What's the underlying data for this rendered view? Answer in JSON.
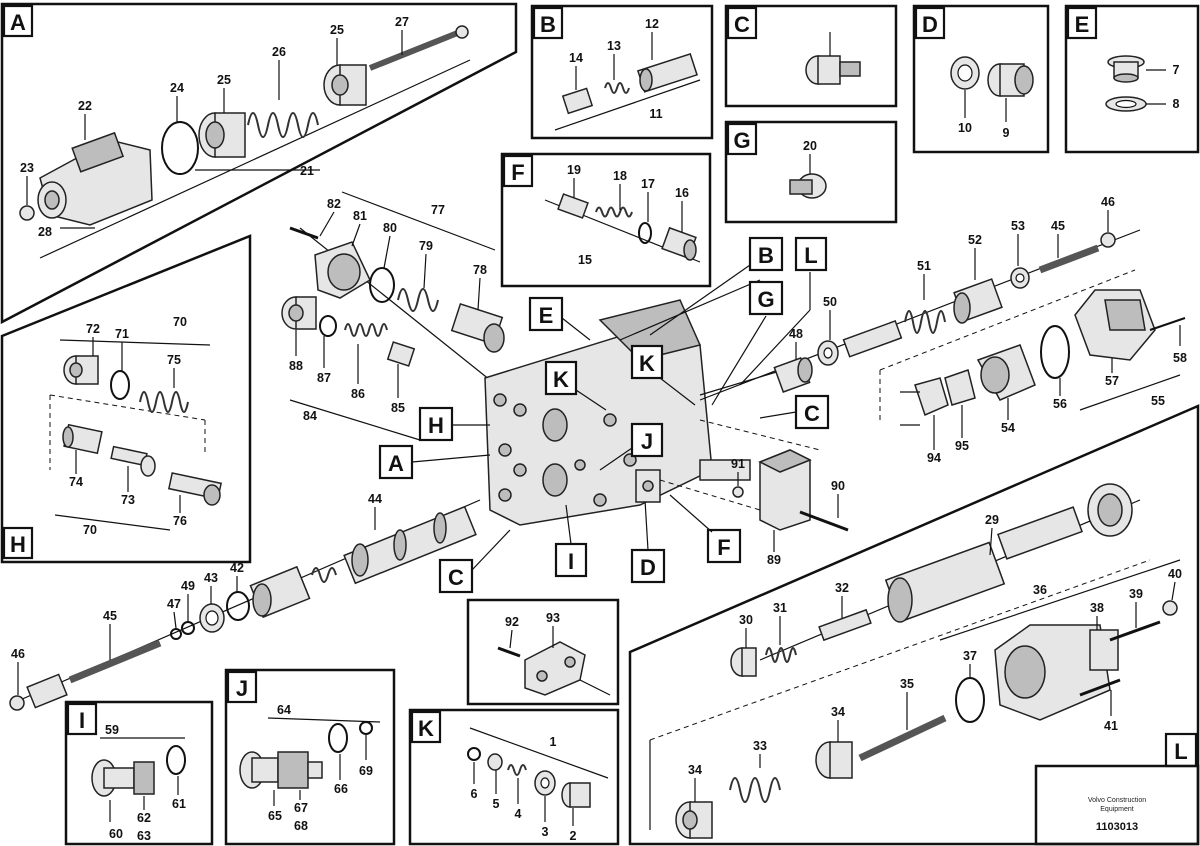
{
  "panels": {
    "A": "A",
    "B": "B",
    "C": "C",
    "D": "D",
    "E": "E",
    "F": "F",
    "G": "G",
    "H": "H",
    "I": "I",
    "J": "J",
    "K": "K",
    "L": "L"
  },
  "callouts": {
    "A": "A",
    "B": "B",
    "C1": "C",
    "C2": "C",
    "D": "D",
    "E": "E",
    "F": "F",
    "G": "G",
    "H": "H",
    "I": "I",
    "J": "J",
    "K1": "K",
    "K2": "K",
    "L": "L"
  },
  "parts": {
    "p1": "1",
    "p2": "2",
    "p3": "3",
    "p4": "4",
    "p5": "5",
    "p6": "6",
    "p7": "7",
    "p8": "8",
    "p9": "9",
    "p10": "10",
    "p11": "11",
    "p12": "12",
    "p13": "13",
    "p14": "14",
    "p15": "15",
    "p16": "16",
    "p17": "17",
    "p18": "18",
    "p19": "19",
    "p20": "20",
    "p21": "21",
    "p22": "22",
    "p23": "23",
    "p24": "24",
    "p25a": "25",
    "p25b": "25",
    "p26": "26",
    "p27": "27",
    "p28": "28",
    "p29": "29",
    "p30": "30",
    "p31": "31",
    "p32": "32",
    "p33": "33",
    "p34a": "34",
    "p34b": "34",
    "p35": "35",
    "p36": "36",
    "p37": "37",
    "p38": "38",
    "p39": "39",
    "p40": "40",
    "p41": "41",
    "p42": "42",
    "p43": "43",
    "p44": "44",
    "p45a": "45",
    "p45b": "45",
    "p46a": "46",
    "p46b": "46",
    "p47": "47",
    "p48": "48",
    "p49": "49",
    "p50": "50",
    "p51": "51",
    "p52": "52",
    "p53": "53",
    "p54": "54",
    "p55": "55",
    "p56": "56",
    "p57": "57",
    "p58": "58",
    "p59": "59",
    "p60": "60",
    "p61": "61",
    "p62": "62",
    "p63": "63",
    "p64": "64",
    "p65": "65",
    "p66": "66",
    "p67": "67",
    "p68": "68",
    "p69": "69",
    "p70a": "70",
    "p70b": "70",
    "p71": "71",
    "p72": "72",
    "p73": "73",
    "p74": "74",
    "p75": "75",
    "p76": "76",
    "p77": "77",
    "p78": "78",
    "p79": "79",
    "p80": "80",
    "p81": "81",
    "p82": "82",
    "p84": "84",
    "p85": "85",
    "p86": "86",
    "p87": "87",
    "p88": "88",
    "p89": "89",
    "p90": "90",
    "p91": "91",
    "p92": "92",
    "p93": "93",
    "p94": "94",
    "p95": "95"
  },
  "stamp": {
    "line1": "Volvo Construction",
    "line2": "Equipment",
    "id": "1103013"
  },
  "colors": {
    "ink": "#111111",
    "paper": "#ffffff",
    "part_fill": "#e6e6e6",
    "part_shade": "#bdbdbd"
  }
}
